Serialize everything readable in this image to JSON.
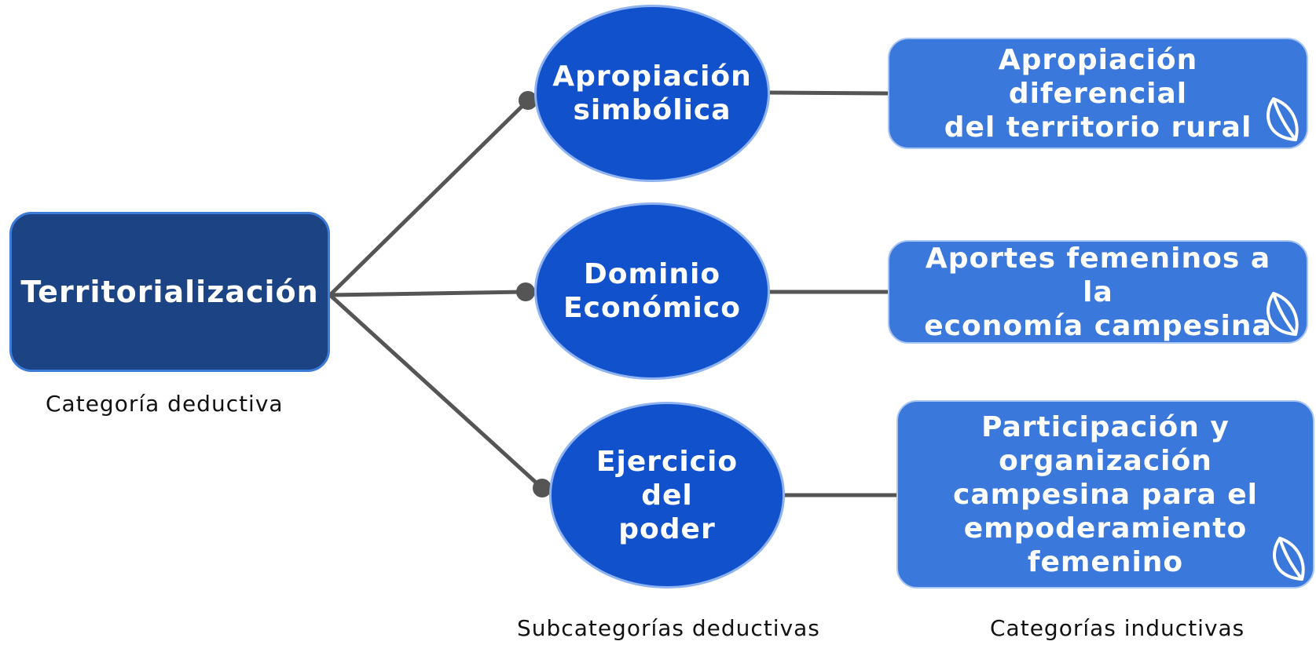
{
  "root": {
    "label": "Territorialización",
    "caption": "Categoría deductiva"
  },
  "subcategories": {
    "caption": "Subcategorías deductivas",
    "items": [
      {
        "line1": "Apropiación",
        "line2": "simbólica"
      },
      {
        "line1": "Dominio",
        "line2": "Económico"
      },
      {
        "line1": "Ejercicio",
        "line2": "del",
        "line3": "poder"
      }
    ]
  },
  "inductive": {
    "caption": "Categorías inductivas",
    "items": [
      {
        "line1": "Apropiación diferencial",
        "line2": "del territorio rural"
      },
      {
        "line1": "Aportes femeninos a la",
        "line2": "economía campesina"
      },
      {
        "line1": "Participación y",
        "line2": "organización",
        "line3": "campesina para el",
        "line4": "empoderamiento",
        "line5": "femenino"
      }
    ]
  },
  "colors": {
    "root_fill": "#1c4384",
    "ellipse_fill": "#1152cc",
    "box_fill": "#3b78db",
    "connector": "#555555"
  },
  "icons": {
    "box_icon": "leaf-icon"
  }
}
